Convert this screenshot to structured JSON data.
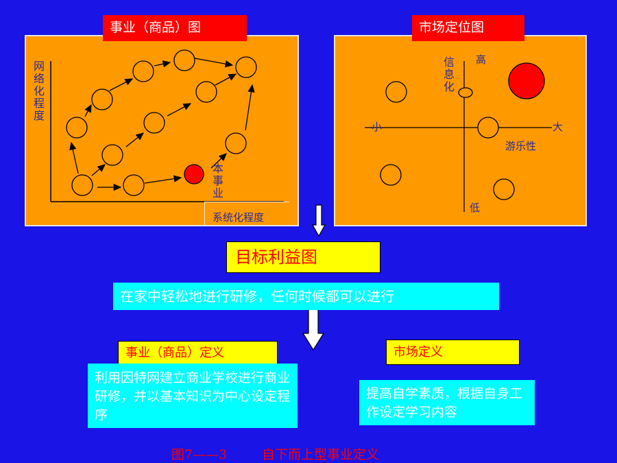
{
  "left_panel": {
    "title": "事业（商品）图",
    "y_axis_label": "网络化程度",
    "x_axis_label": "系统化程度",
    "own_business_label": "本事业"
  },
  "right_panel": {
    "title": "市场定位图",
    "label_high": "高",
    "label_low": "低",
    "label_small": "小",
    "label_large": "大",
    "label_info": "信息化",
    "label_entertainment": "游乐性"
  },
  "goal": {
    "title": "目标利益图",
    "text": "在家中轻松地进行研修，任何时候都可以进行"
  },
  "business_def": {
    "title": "事业（商品）定义",
    "text": "利用因特网建立商业学校进行商业研修，并以基本知识为中心设定程序"
  },
  "market_def": {
    "title": "市场定义",
    "text": "提高自学素质，根据自身工作设定学习内容"
  },
  "caption": {
    "figure": "图7——3",
    "title": "自下而上型事业定义"
  },
  "colors": {
    "background": "#1a14e6",
    "panel": "#ff9900",
    "highlight": "#ff0000",
    "label_yellow": "#ffff00",
    "box_cyan": "#00ffff"
  }
}
